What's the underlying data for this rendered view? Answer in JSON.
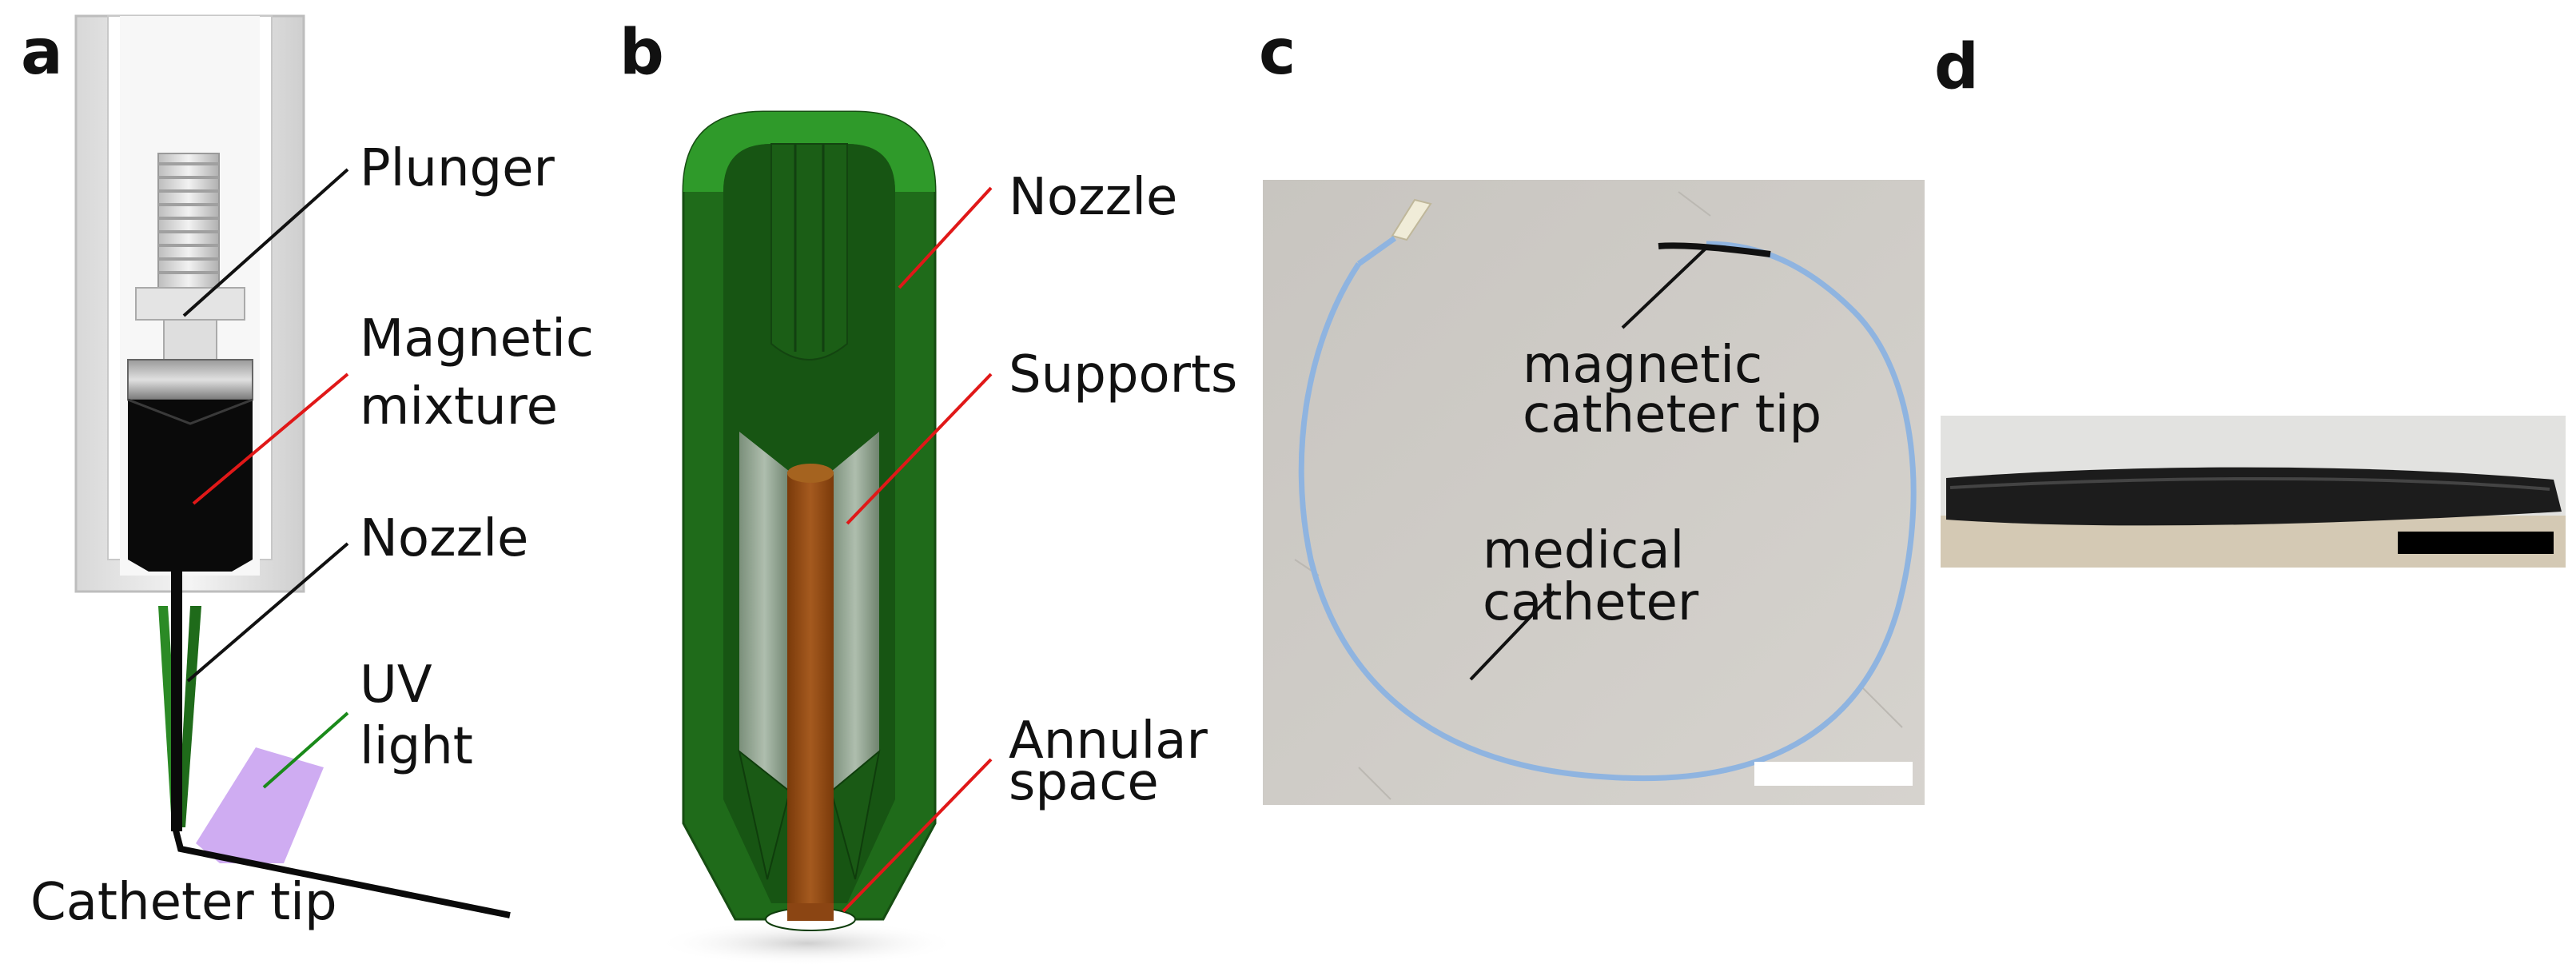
{
  "panels": {
    "a": {
      "letter": "a",
      "labels": {
        "plunger": "Plunger",
        "magnetic_line1": "Magnetic",
        "magnetic_line2": "mixture",
        "nozzle": "Nozzle",
        "uv_line1": "UV",
        "uv_line2": "light",
        "catheter_tip": "Catheter tip"
      }
    },
    "b": {
      "letter": "b",
      "labels": {
        "nozzle": "Nozzle",
        "supports": "Supports",
        "annular_line1": "Annular",
        "annular_line2": "space"
      }
    },
    "c": {
      "letter": "c",
      "labels": {
        "magnetic_line1": "magnetic",
        "magnetic_line2": "catheter tip",
        "medical_line1": "medical",
        "medical_line2": "catheter"
      }
    },
    "d": {
      "letter": "d"
    }
  },
  "colors": {
    "leader_black": "#111111",
    "leader_red": "#e01818",
    "leader_green": "#1a8a1a",
    "nozzle_green": "#1f6b1a",
    "nozzle_green_light": "#2f9a2a",
    "support_brown": "#8b4513",
    "uv_purple": "#c79df0",
    "catheter_blue": "#8fb4e0",
    "photo_bg": "#cfccc7",
    "scale_white": "#ffffff",
    "scale_black": "#000000"
  }
}
